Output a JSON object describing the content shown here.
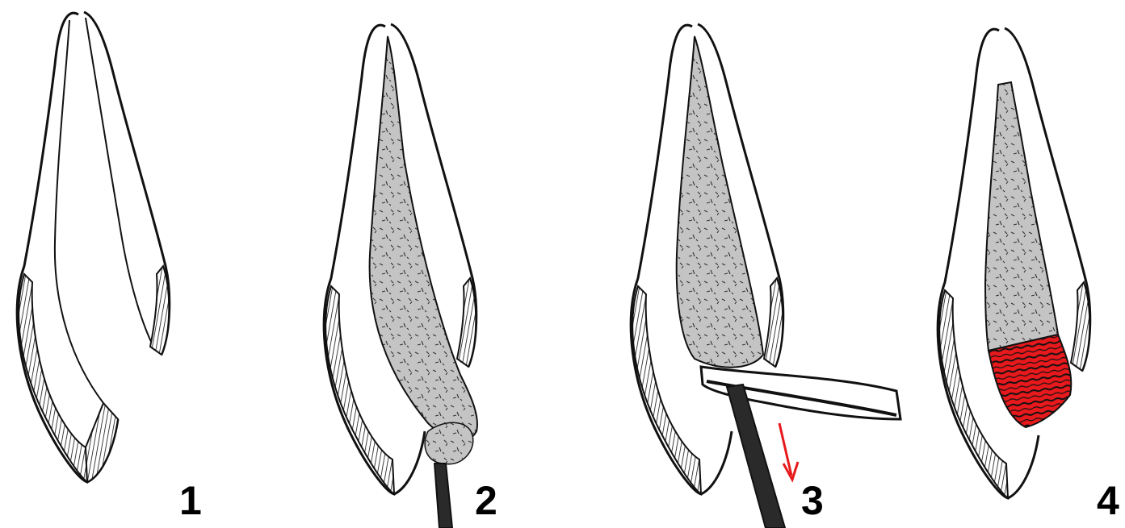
{
  "panels": [
    {
      "label": "1"
    },
    {
      "label": "2"
    },
    {
      "label": "3"
    },
    {
      "label": "4"
    }
  ],
  "colors": {
    "outline": "#111111",
    "fill_material": "#c4c4c4",
    "sealing_material": "#e8191c",
    "arrow": "#e8191c",
    "background": "#ffffff"
  }
}
